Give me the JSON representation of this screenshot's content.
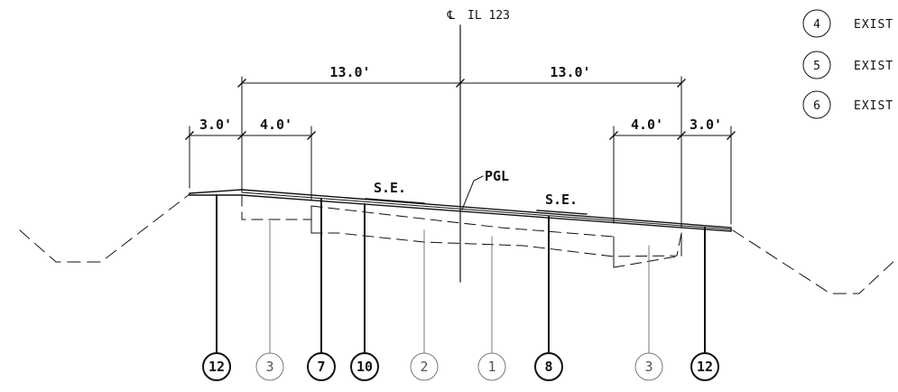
{
  "centerline": {
    "symbol": "℄",
    "label": "IL 123"
  },
  "dimensions": {
    "left_lane": "13.0'",
    "right_lane": "13.0'",
    "left_outer_shoulder": "3.0'",
    "left_inner_shoulder": "4.0'",
    "right_inner_shoulder": "4.0'",
    "right_outer_shoulder": "3.0'"
  },
  "annotations": {
    "pgl": "PGL",
    "superelevation_left": "S.E.",
    "superelevation_right": "S.E."
  },
  "callouts": [
    "12",
    "3",
    "7",
    "10",
    "2",
    "1",
    "8",
    "3",
    "12"
  ],
  "legend": [
    {
      "number": "4",
      "text": "EXIST"
    },
    {
      "number": "5",
      "text": "EXIST"
    },
    {
      "number": "6",
      "text": "EXIST"
    }
  ]
}
